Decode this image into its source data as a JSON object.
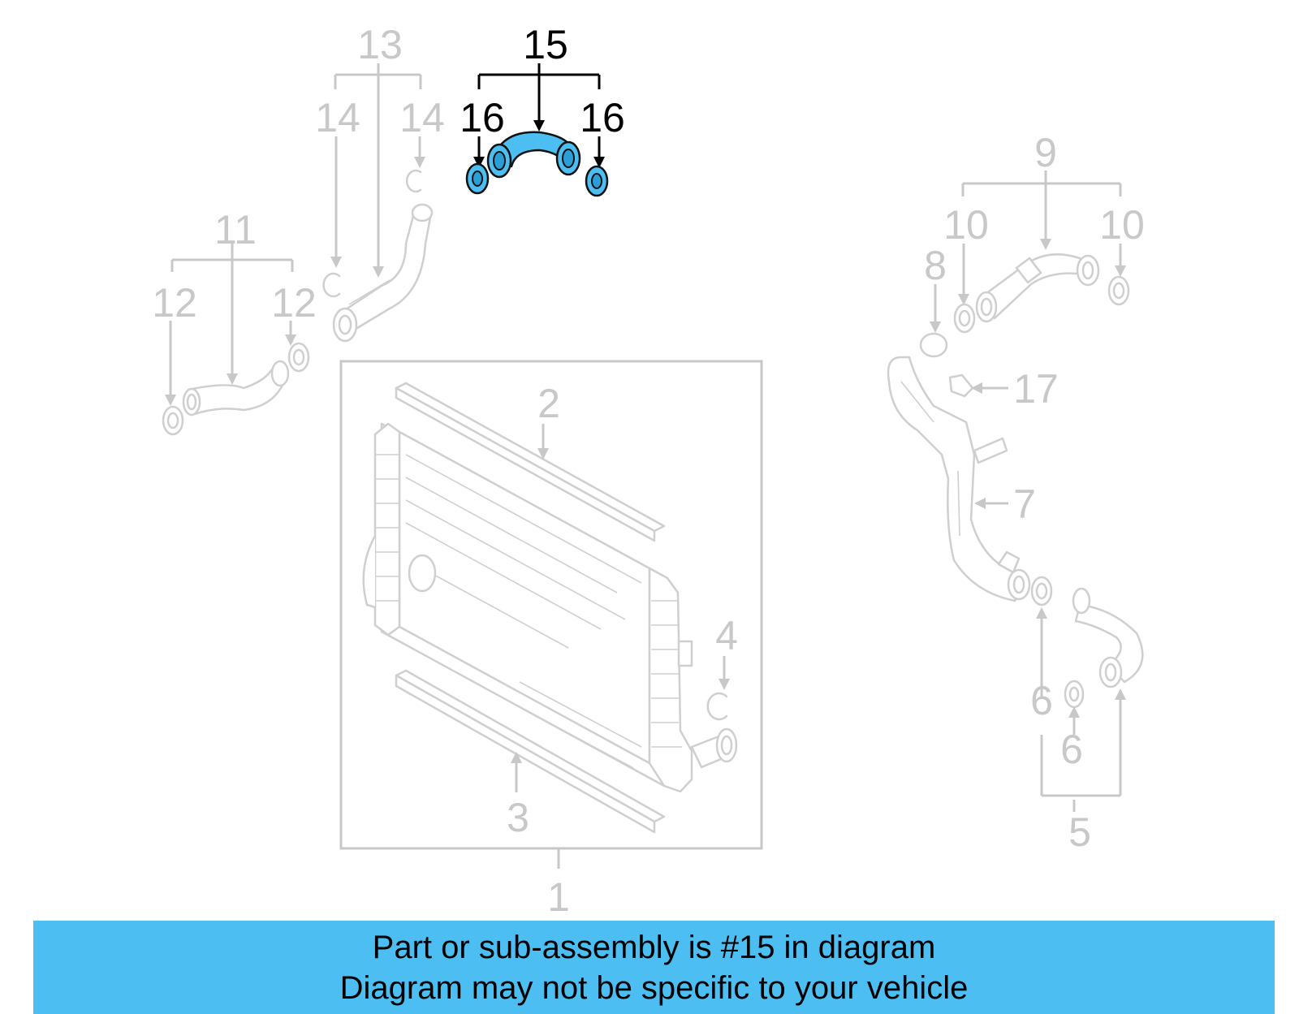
{
  "diagram": {
    "callouts": [
      "1",
      "2",
      "3",
      "4",
      "5",
      "6",
      "6",
      "7",
      "8",
      "9",
      "10",
      "10",
      "11",
      "12",
      "12",
      "13",
      "14",
      "14",
      "15",
      "16",
      "16",
      "17"
    ],
    "highlighted_part": "15",
    "highlight_color": "#4dbef2",
    "ghost_color": "#c8c8c8"
  },
  "banner": {
    "line1": "Part or sub-assembly is #15 in diagram",
    "line2": "Diagram may not be specific to your vehicle",
    "color": "#4dbef2"
  }
}
